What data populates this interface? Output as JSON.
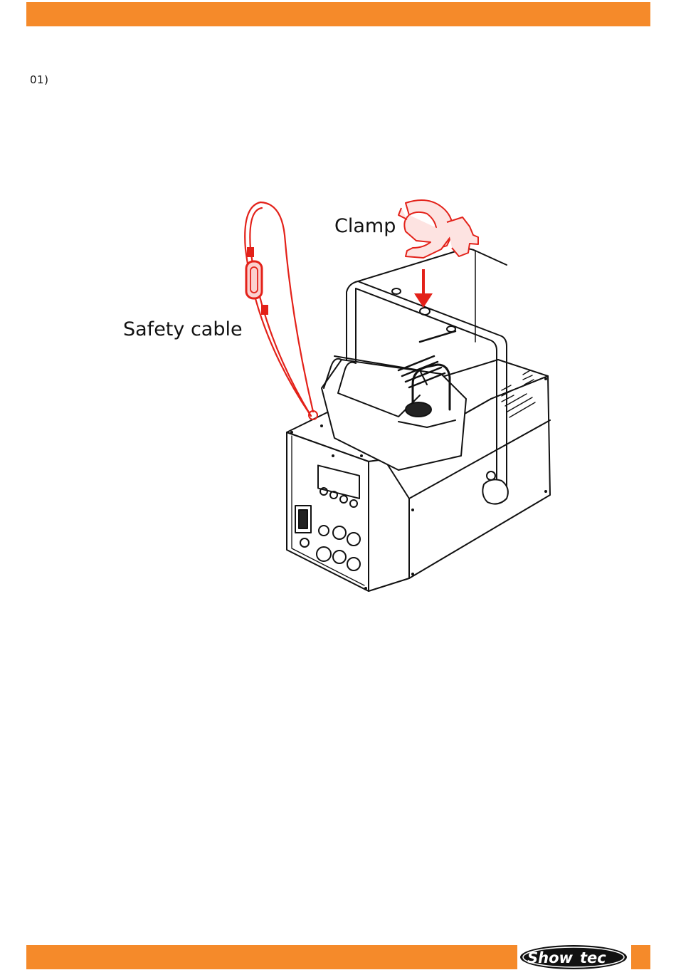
{
  "page": {
    "figure_number": "01)"
  },
  "figure": {
    "labels": {
      "clamp": "Clamp",
      "safety_cable": "Safety cable"
    }
  },
  "logo": {
    "text_left": "Show",
    "text_right": "tec"
  },
  "colors": {
    "accent": "#f58a2a",
    "highlight_red": "#e32119",
    "line": "#111111"
  }
}
